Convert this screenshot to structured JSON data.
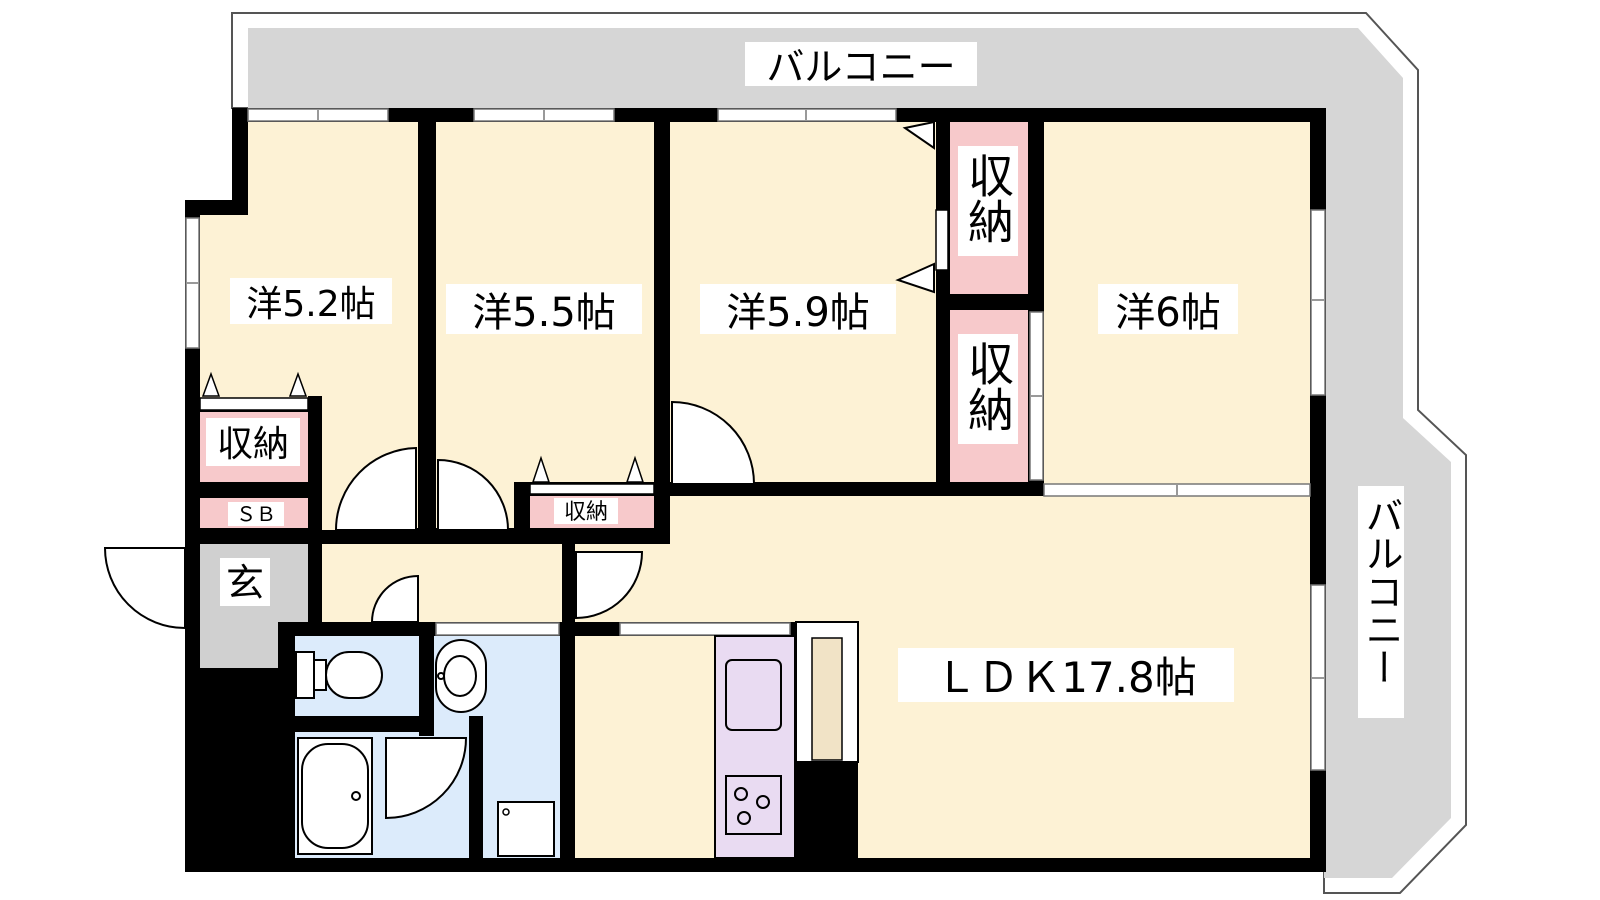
{
  "colors": {
    "room": "#fdf2d5",
    "storage": "#f7c9cb",
    "balcony": "#d6d6d6",
    "entrance": "#d0d0d0",
    "bath": "#dcebfb",
    "kitchen": "#e9dbf2",
    "counter": "#f1e3c6",
    "wall": "#000000"
  },
  "labels": {
    "balcony_top": "バルコニー",
    "balcony_right": "バルコニー",
    "room1": "洋5.2帖",
    "room2": "洋5.5帖",
    "room3": "洋5.9帖",
    "room4": "洋6帖",
    "ldk": "ＬＤＫ17.8帖",
    "storage_a": "収納",
    "storage_b": "収納",
    "storage_c": "収納",
    "storage_d": "収納",
    "sb": "ＳＢ",
    "entrance": "玄"
  }
}
